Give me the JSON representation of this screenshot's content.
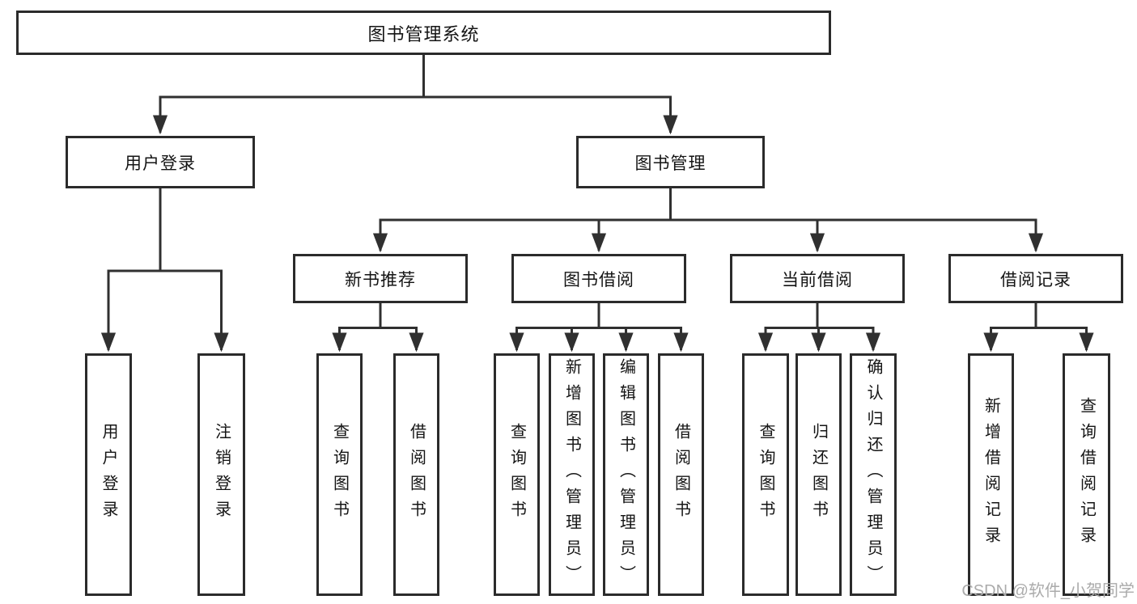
{
  "colors": {
    "line": "#303030",
    "border": "#2b2b2b",
    "text": "#141414",
    "watermark": "#ababab",
    "background": "#ffffff"
  },
  "hierarchy": {
    "root": "图书管理系统",
    "children": [
      {
        "label": "用户登录",
        "children": [
          "用户登录",
          "注销登录"
        ]
      },
      {
        "label": "图书管理",
        "children": [
          {
            "label": "新书推荐",
            "children": [
              "查询图书",
              "借阅图书"
            ]
          },
          {
            "label": "图书借阅",
            "children": [
              "查询图书",
              "新增图书（管理员）",
              "编辑图书（管理员）",
              "借阅图书"
            ]
          },
          {
            "label": "当前借阅",
            "children": [
              "查询图书",
              "归还图书",
              "确认归还（管理员）"
            ]
          },
          {
            "label": "借阅记录",
            "children": [
              "新增借阅记录",
              "查询借阅记录"
            ]
          }
        ]
      }
    ]
  },
  "watermark": {
    "text": "CSDN @软件_小贺同学"
  }
}
